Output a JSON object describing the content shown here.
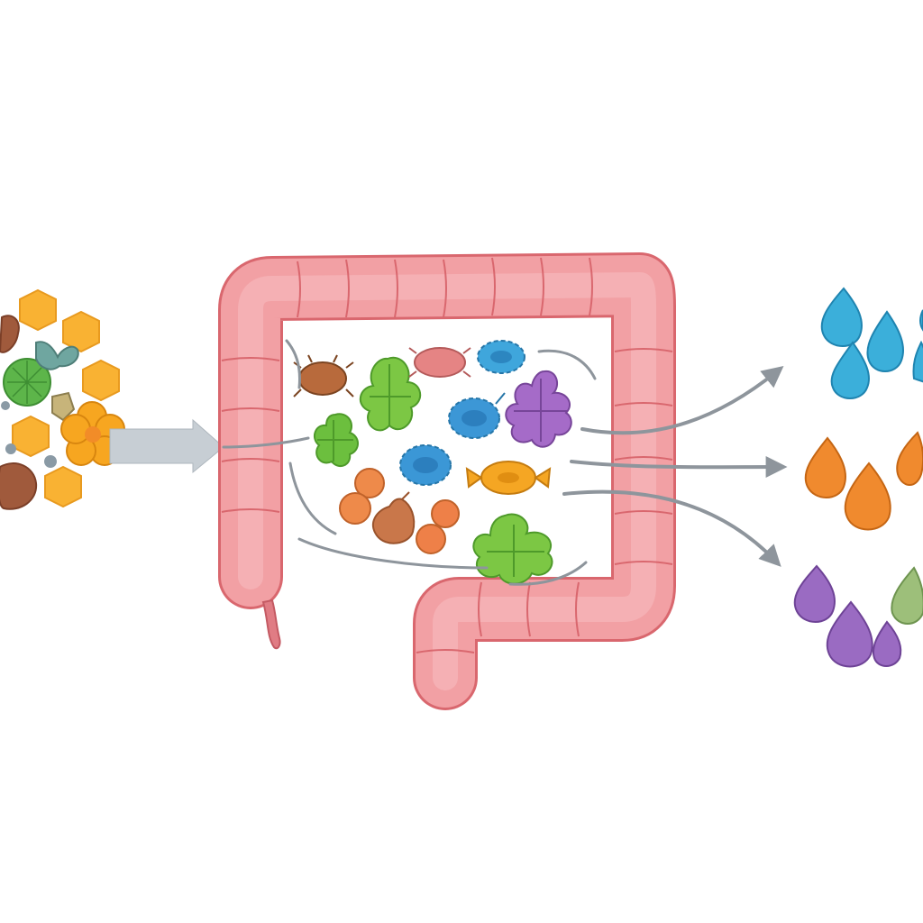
{
  "diagram": {
    "input": {
      "name": "dietary-fiber-cluster",
      "colors": {
        "hexagon": "#F9B233",
        "brown": "#A05A3C",
        "green": "#5DB54A",
        "teal": "#6FA6A0",
        "flower": "#F7A620"
      }
    },
    "organ": {
      "name": "large-intestine",
      "colors": {
        "fill": "#F2A0A4",
        "fold": "#F7B7BA",
        "stroke": "#D9676E",
        "appendix": "#E07C84"
      }
    },
    "microbes": {
      "name": "gut-microbiota",
      "items": [
        {
          "shape": "bug",
          "color": "#B86A3C"
        },
        {
          "shape": "leafy",
          "color": "#7CC744"
        },
        {
          "shape": "bug",
          "color": "#E58484"
        },
        {
          "shape": "blob",
          "color": "#3FA6DC"
        },
        {
          "shape": "leafy",
          "color": "#6CBF3E"
        },
        {
          "shape": "blob",
          "color": "#3C97D6"
        },
        {
          "shape": "flower",
          "color": "#A56BC8"
        },
        {
          "shape": "blob",
          "color": "#3B97D6"
        },
        {
          "shape": "candy",
          "color": "#F5A623"
        },
        {
          "shape": "peanut",
          "color": "#EE8A4A"
        },
        {
          "shape": "pear",
          "color": "#C9774A"
        },
        {
          "shape": "peanut",
          "color": "#EE8048"
        },
        {
          "shape": "leafy",
          "color": "#7CC744"
        }
      ]
    },
    "flows": {
      "color": "#8E959C",
      "inlet": "#C7CED4"
    },
    "outputs": {
      "name": "metabolite-droplets",
      "groups": [
        {
          "name": "blue-droplets",
          "color": "#3BAFDA"
        },
        {
          "name": "orange-droplets",
          "color": "#F08A2E"
        },
        {
          "name": "purple-droplets",
          "color": "#9A6BC2"
        }
      ],
      "accent": "#9DBF7A"
    }
  }
}
